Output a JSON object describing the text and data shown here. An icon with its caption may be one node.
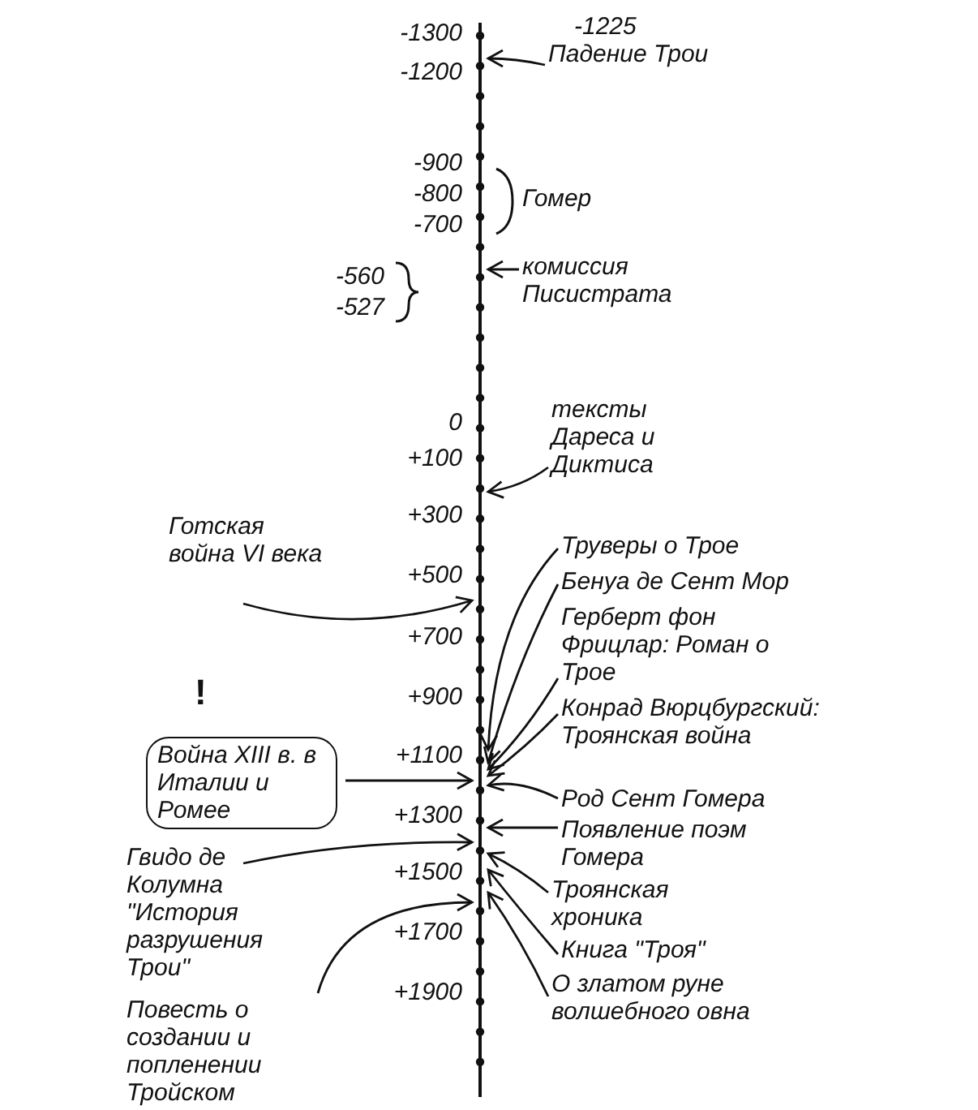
{
  "diagram": {
    "nodes": [
      {
        "text": [
          "-1225",
          "Падение Трои"
        ]
      },
      {
        "text": [
          "комиссия Писистрата"
        ]
      },
      {
        "text": [
          "тексты Дареса и Диктиса"
        ]
      },
      {
        "text": [
          "Готская война VI века"
        ]
      },
      {
        "text": [
          "Война XIII в. в Италии и Ромее"
        ],
        "beside": [
          "!"
        ]
      },
      {
        "text": [
          "Гвидо де Колумна \"История разрушения Трои\""
        ]
      },
      {
        "text": [
          "Повесть о создании и попленении Тройском"
        ]
      },
      {
        "text": [
          "Труверы о Трое"
        ]
      },
      {
        "text": [
          "Бенуа де Сент Мор"
        ]
      },
      {
        "text": [
          "Герберт фон Фрицлар: Роман о Трое"
        ]
      },
      {
        "text": [
          "Конрад Вюрцбургский: Троянская война"
        ]
      },
      {
        "text": [
          "Род Сент Гомера"
        ]
      },
      {
        "text": [
          "Появление поэм Гомера"
        ]
      },
      {
        "text": [
          "Троянская хроника"
        ]
      },
      {
        "text": [
          "Книга \"Троя\""
        ]
      },
      {
        "text": [
          "О златом руне волшебного овна"
        ]
      },
      {
        "text": [],
        "shape": "bar"
      }
    ],
    "edges": [
      {
        "from": 0,
        "to": 16,
        "arrow": "to"
      },
      {
        "from": 1,
        "to": 16,
        "arrow": "to"
      },
      {
        "from": 2,
        "to": 16,
        "arrow": "to"
      },
      {
        "from": 3,
        "to": 16,
        "arrow": "to"
      },
      {
        "from": 4,
        "to": 16,
        "arrow": "to"
      },
      {
        "from": 5,
        "to": 16,
        "arrow": "to"
      },
      {
        "from": 6,
        "to": 16,
        "arrow": "to"
      },
      {
        "from": 7,
        "to": 16,
        "arrow": "to"
      },
      {
        "from": 8,
        "to": 16,
        "arrow": "to"
      },
      {
        "from": 9,
        "to": 16,
        "arrow": "to"
      },
      {
        "from": 10,
        "to": 16,
        "arrow": "to"
      },
      {
        "from": 11,
        "to": 16,
        "arrow": "to"
      },
      {
        "from": 12,
        "to": 16,
        "arrow": "to"
      },
      {
        "from": 13,
        "to": 16,
        "arrow": "to"
      },
      {
        "from": 14,
        "to": 16,
        "arrow": "to"
      },
      {
        "from": 15,
        "to": 16,
        "arrow": "to"
      }
    ],
    "labels": [
      "-1300",
      "-1200",
      "-900",
      "-800",
      "-700",
      "Гомер",
      "-560",
      "-527",
      "0",
      "+100",
      "+300",
      "+500",
      "+700",
      "+900",
      "+1100",
      "+1300",
      "+1500",
      "+1700",
      "+1900"
    ]
  }
}
